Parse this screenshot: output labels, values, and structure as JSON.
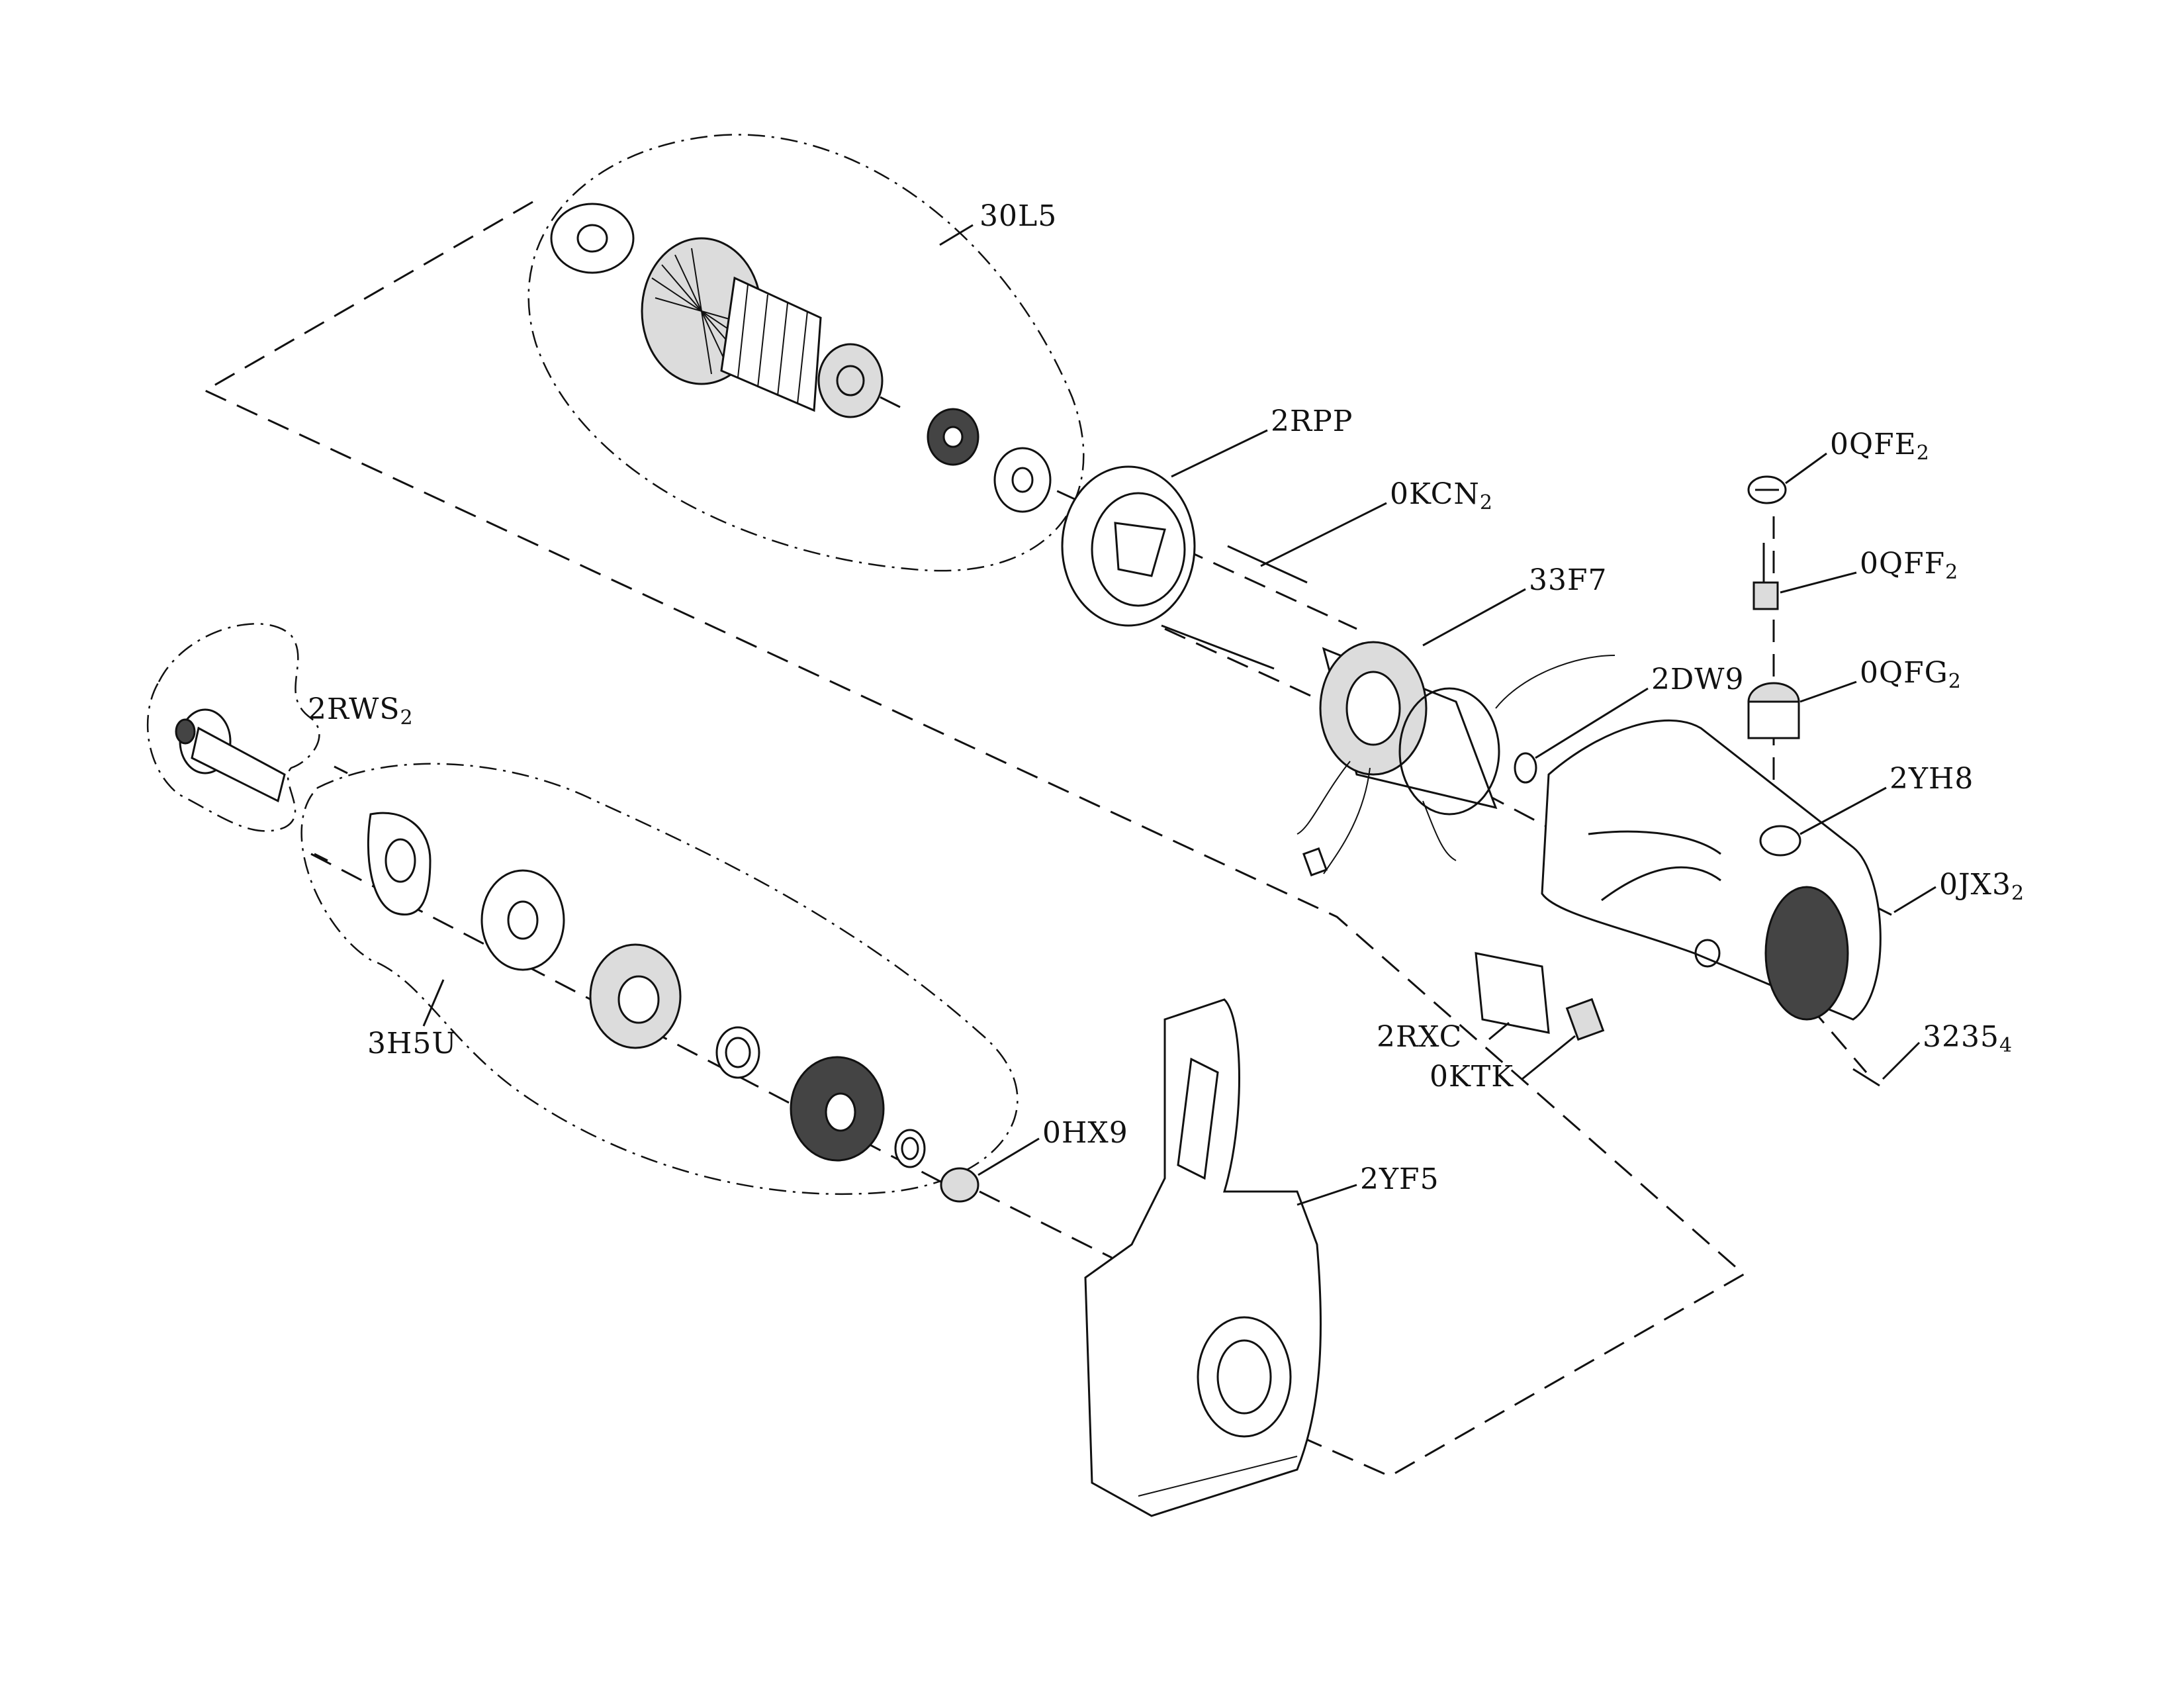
{
  "labels": {
    "l_30l5": "30L5",
    "l_2rpp": "2RPP",
    "l_0kcn": "0KCN",
    "l_0kcn_sub": "2",
    "l_33f7": "33F7",
    "l_2dw9": "2DW9",
    "l_0qfe": "0QFE",
    "l_0qfe_sub": "2",
    "l_0qff": "0QFF",
    "l_0qff_sub": "2",
    "l_0qfg": "0QFG",
    "l_0qfg_sub": "2",
    "l_2yh8": "2YH8",
    "l_0jx3": "0JX3",
    "l_0jx3_sub": "2",
    "l_2rxc": "2RXC",
    "l_0ktk": "0KTK",
    "l_3235": "3235",
    "l_3235_sub": "4",
    "l_2rws": "2RWS",
    "l_2rws_sub": "2",
    "l_3h5u": "3H5U",
    "l_0hx9": "0HX9",
    "l_2yf5": "2YF5"
  }
}
